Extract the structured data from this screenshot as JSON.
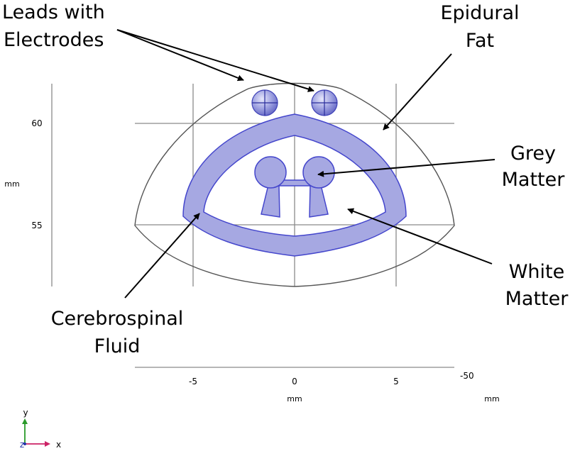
{
  "labels": {
    "leads_line1": "Leads with",
    "leads_line2": "Electrodes",
    "epidural_line1": "Epidural",
    "epidural_line2": "Fat",
    "grey_line1": "Grey",
    "grey_line2": "Matter",
    "white_line1": "White",
    "white_line2": "Matter",
    "csf_line1": "Cerebrospinal",
    "csf_line2": "Fluid"
  },
  "axes": {
    "x_ticks": [
      "-5",
      "0",
      "5"
    ],
    "x_unit": "mm",
    "z_tick": "-50",
    "z_unit": "mm",
    "y_ticks": [
      "60",
      "55"
    ],
    "y_unit": "mm"
  },
  "triad": {
    "y": "y",
    "z": "z",
    "x": "x"
  },
  "colors": {
    "csf_fill": "#a6a8e2",
    "csf_stroke": "#4446cc",
    "outline": "#555555",
    "grid": "#8a8a8a",
    "triad_y": "#2a9a2a",
    "triad_x": "#cc2266",
    "triad_z": "#2233aa"
  }
}
